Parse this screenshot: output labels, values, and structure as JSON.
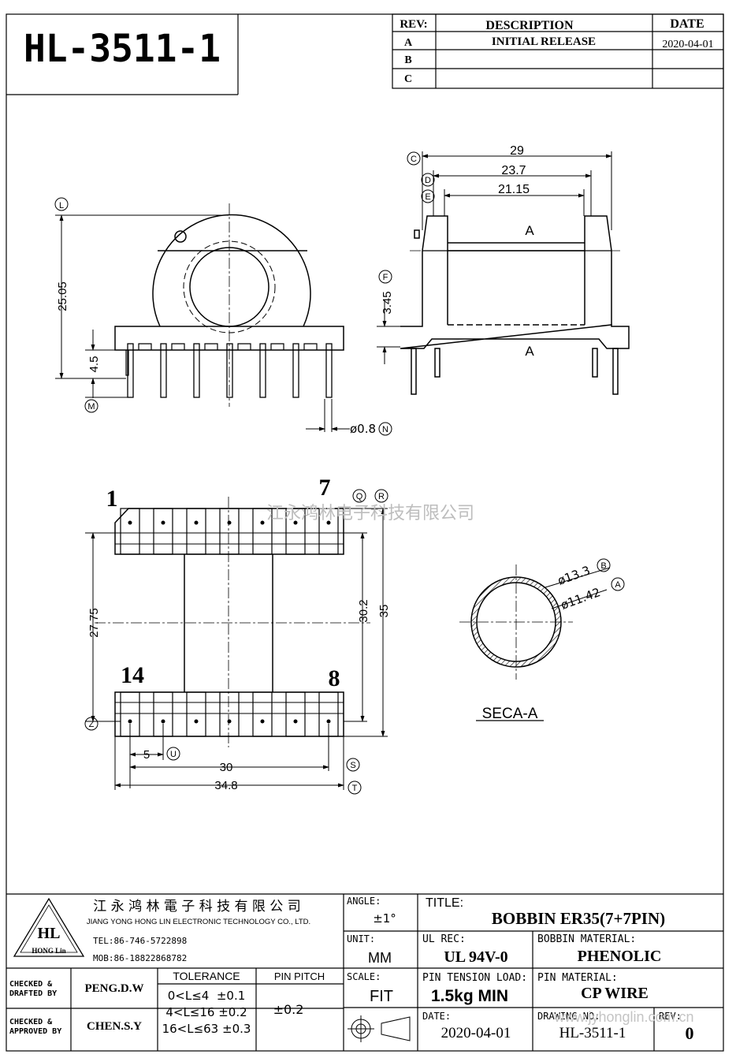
{
  "title_block_top": {
    "part_number": "HL-3511-1",
    "rev_header": "REV:",
    "description_header": "DESCRIPTION",
    "date_header": "DATE",
    "revisions": [
      {
        "rev": "A",
        "description": "INITIAL RELEASE",
        "date": "2020-04-01"
      },
      {
        "rev": "B",
        "description": "",
        "date": ""
      },
      {
        "rev": "C",
        "description": "",
        "date": ""
      }
    ]
  },
  "front_view": {
    "height_dim": "25.05",
    "pin_length_dim": "4.5",
    "pin_dia_dim": "ø0.8",
    "markers": {
      "height": "L",
      "pin_length": "M",
      "pin_dia": "N"
    }
  },
  "side_view": {
    "overall_dim": "29",
    "flange_dim": "23.7",
    "inner_dim": "21.15",
    "wall_dim": "3.45",
    "section_labels": [
      "A",
      "A"
    ],
    "markers": {
      "overall": "C",
      "flange": "D",
      "inner": "E",
      "wall": "F"
    }
  },
  "bottom_view": {
    "pin_first": "1",
    "pin_seven": "7",
    "pin_fourteen": "14",
    "pin_eight": "8",
    "row_spacing_dim": "27.75",
    "inner_span_dim": "30.2",
    "outer_span_dim": "35",
    "pitch_dim": "5",
    "pin_span_dim": "30",
    "width_dim": "34.8",
    "markers": {
      "top_q": "Q",
      "top_r": "R",
      "left_z": "Z",
      "pitch": "U",
      "pin_span": "S",
      "width": "T"
    }
  },
  "section_view": {
    "outer_dia": "ø13.3",
    "inner_dia": "ø11.42",
    "outer_marker": "B",
    "inner_marker": "A",
    "label": "SECA-A"
  },
  "watermark": "江永鸿林电子科技有限公司",
  "watermark_url": "www.jyhonglin.com.cn",
  "company": {
    "name_cn": "江 永 鸿 林 電 子 科 技 有 限 公 司",
    "name_en": "JIANG YONG HONG LIN ELECTRONIC TECHNOLOGY CO., LTD.",
    "logo_text": "HL",
    "logo_sub": "HONG Lin",
    "tel": "TEL:86-746-5722898",
    "mob": "MOB:86-18822868782"
  },
  "title_block": {
    "angle_label": "ANGLE:",
    "angle_value": "±1°",
    "title_label": "TITLE:",
    "title_value": "BOBBIN   ER35(7+7PIN)",
    "unit_label": "UNIT:",
    "unit_value": "MM",
    "ul_label": "UL REC:",
    "ul_value": "UL 94V-0",
    "bobbin_mat_label": "BOBBIN MATERIAL:",
    "bobbin_mat_value": "PHENOLIC",
    "checked_drafted_label_1": "CHECKED &",
    "checked_drafted_label_2": "DRAFTED BY",
    "drafted_by": "PENG.D.W",
    "checked_approved_label_1": "CHECKED &",
    "checked_approved_label_2": "APPROVED BY",
    "approved_by": "CHEN.S.Y",
    "tolerance_label": "TOLERANCE",
    "tolerances": [
      "0<L≤4  ±0.1",
      "4<L≤16 ±0.2",
      "16<L≤63 ±0.3"
    ],
    "pin_pitch_label": "PIN PITCH",
    "pin_pitch_value": "±0.2",
    "scale_label": "SCALE:",
    "scale_value": "FIT",
    "pin_tension_label": "PIN TENSION LOAD:",
    "pin_tension_value": "1.5kg MIN",
    "pin_mat_label": "PIN MATERIAL:",
    "pin_mat_value": "CP WIRE",
    "date_label": "DATE:",
    "date_value": "2020-04-01",
    "drawing_no_label": "DRAWING NO:",
    "drawing_no_value": "HL-3511-1",
    "rev_label": "REV:",
    "rev_value": "0"
  }
}
